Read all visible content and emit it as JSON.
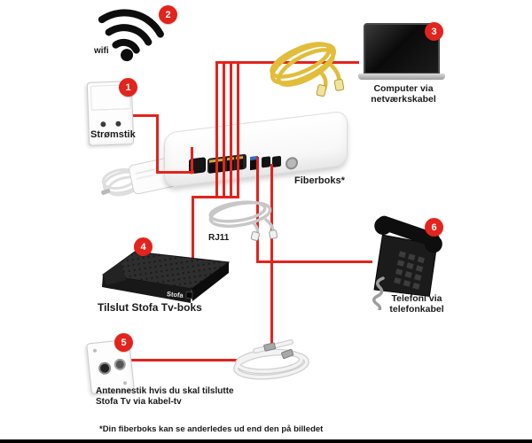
{
  "colors": {
    "accent_red": "#e3231d",
    "text_black": "#1a1a1a",
    "cable_yellow": "#e2bd3a",
    "device_dark": "#1b1b1b",
    "usb_blue": "#2f6fc1"
  },
  "badges": [
    {
      "id": "power",
      "number": "1"
    },
    {
      "id": "wifi",
      "number": "2"
    },
    {
      "id": "computer",
      "number": "3"
    },
    {
      "id": "tvbox",
      "number": "4"
    },
    {
      "id": "antenna",
      "number": "5"
    },
    {
      "id": "telephone",
      "number": "6"
    }
  ],
  "labels": {
    "wifi": "wifi",
    "power_outlet": "Strømstik",
    "computer": "Computer via netværkskabel",
    "fiberbox": "Fiberboks*",
    "rj11": "RJ11",
    "tv_box": "Tilslut Stofa Tv-boks",
    "antenna": "Antennestik hvis du skal tilslutte Stofa Tv via kabel-tv",
    "telephone": "Telefoni via telefonkabel",
    "footnote": "*Din fiberboks kan se anderledes ud end den på billedet",
    "brand": "Stofa"
  },
  "icons": [
    "wifi-icon",
    "power-outlet-icon",
    "laptop-icon",
    "network-cable-icon",
    "fiberbox-icon",
    "power-adapter-icon",
    "rj11-cable-icon",
    "tv-box-icon",
    "antenna-socket-icon",
    "telephone-icon",
    "coax-cable-icon"
  ]
}
